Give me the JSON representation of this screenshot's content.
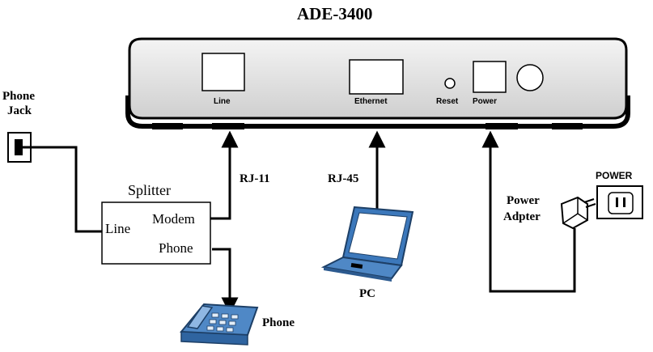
{
  "title": "ADE-3400",
  "device_ports": {
    "line": "Line",
    "ethernet": "Ethernet",
    "reset": "Reset",
    "power": "Power"
  },
  "phone_jack": {
    "line1": "Phone",
    "line2": "Jack"
  },
  "splitter": {
    "title": "Splitter",
    "line": "Line",
    "modem": "Modem",
    "phone": "Phone"
  },
  "cables": {
    "rj11": "RJ-11",
    "rj45": "RJ-45"
  },
  "pc_label": "PC",
  "phone_label": "Phone",
  "power_adapter": {
    "line1": "Power",
    "line2": "Adpter"
  },
  "outlet_label": "POWER",
  "colors": {
    "line": "#000000",
    "device_body": "#e6e6e6",
    "accent_blue": "#4f88c6"
  }
}
